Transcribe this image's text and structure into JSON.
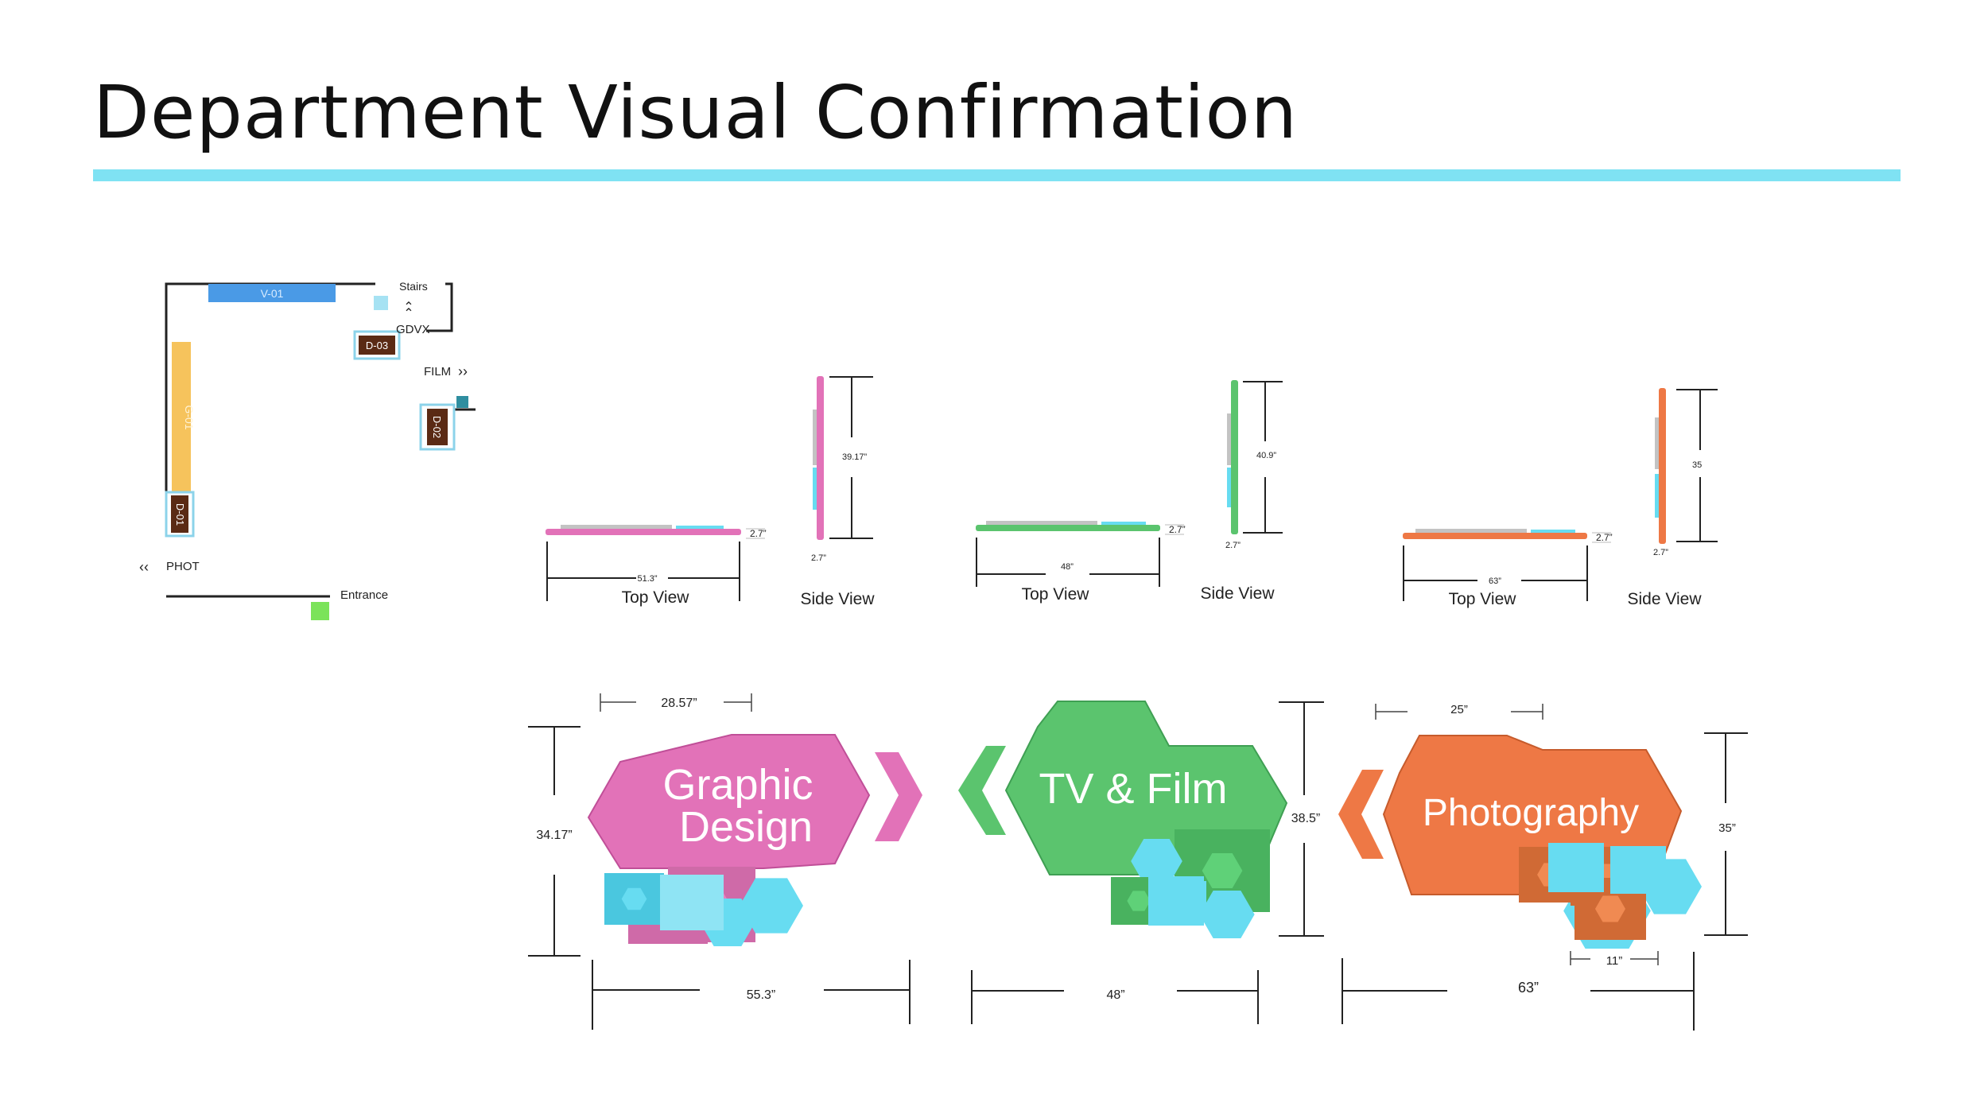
{
  "title": "Department Visual Confirmation",
  "colors": {
    "rule": "#7fe2f3",
    "pink": "#e272b8",
    "green": "#5bc46e",
    "orange": "#ee7845",
    "cyan": "#67dcf1",
    "blue": "#4a9ae6",
    "yellow": "#f6c35c",
    "brown": "#5a2a14",
    "teal": "#2f8ea0",
    "lime": "#7be35a"
  },
  "floorplan": {
    "stairs": "Stairs",
    "gdvx": "GDVX",
    "film": "FILM",
    "phot": "PHOT",
    "entrance": "Entrance",
    "v01": "V-01",
    "g01": "G-01",
    "d01": "D-01",
    "d02": "D-02",
    "d03": "D-03"
  },
  "views": [
    {
      "top_label": "Top View",
      "side_label": "Side View",
      "length": "51.3”",
      "depth": "2.7”",
      "height": "39.17”",
      "side_depth": "2.7”",
      "color": "#e272b8"
    },
    {
      "top_label": "Top View",
      "side_label": "Side View",
      "length": "48”",
      "depth": "2.7”",
      "height": "40.9”",
      "side_depth": "2.7”",
      "color": "#5bc46e"
    },
    {
      "top_label": "Top View",
      "side_label": "Side View",
      "length": "63”",
      "depth": "2.7”",
      "height": "35",
      "side_depth": "2.7”",
      "color": "#ee7845"
    }
  ],
  "signs": [
    {
      "line1": "Graphic",
      "line2": "Design",
      "width_top": "28.57”",
      "height": "34.17”",
      "total_width": "55.3”",
      "color": "#e272b8"
    },
    {
      "line1": "TV & Film",
      "line2": "",
      "height": "38.5”",
      "total_width": "48”",
      "color": "#5bc46e"
    },
    {
      "line1": "Photography",
      "line2": "",
      "width_top": "25”",
      "height": "35”",
      "total_width": "63”",
      "small_width": "11”",
      "color": "#ee7845"
    }
  ]
}
